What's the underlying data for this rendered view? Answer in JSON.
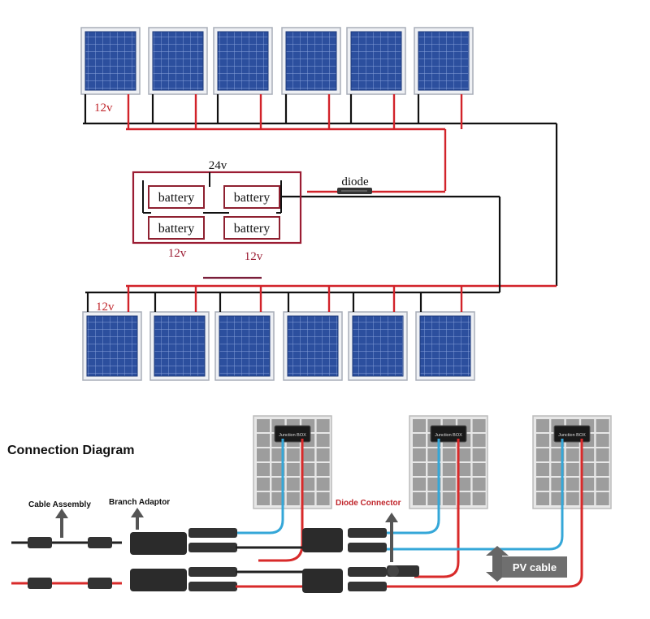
{
  "labels": {
    "voltage_top_panel": "12v",
    "voltage_bottom_panel": "12v",
    "series_voltage": "24v",
    "diode": "diode",
    "battery_voltage_left": "12v",
    "battery_voltage_right": "12v"
  },
  "batteries": [
    "battery",
    "battery",
    "battery",
    "battery"
  ],
  "connection": {
    "title": "Connection Diagram",
    "cable_assembly": "Cable Assembly",
    "branch_adaptor": "Branch Adaptor",
    "diode_connector": "Diode Connector",
    "pv_cable": "PV cable",
    "junction_box": "Junction BOX"
  },
  "colors": {
    "positive_wire": "#d2232a",
    "negative_wire": "#111111",
    "panel_cells": "#2c4f9e",
    "diode_connector_label": "#c0262c",
    "blue_cable": "#35a7d8"
  }
}
